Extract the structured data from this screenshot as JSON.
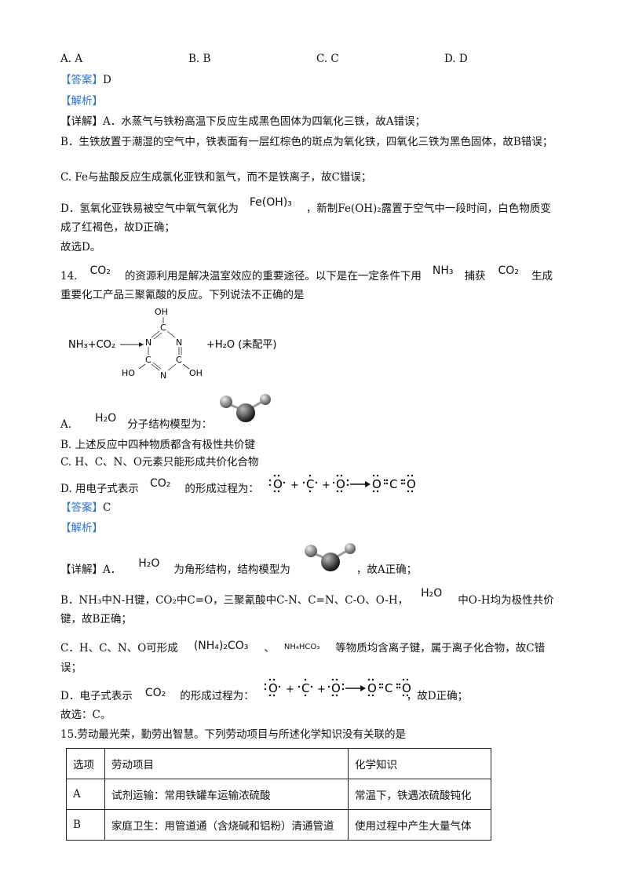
{
  "prev_options": [
    "A. A",
    "B. B",
    "C. C",
    "D. D"
  ],
  "q13": {
    "answer_label": "【答案】",
    "answer": "D",
    "analysis_label": "【解析】",
    "detail_label": "【详解】",
    "lines": [
      "A．水蒸气与铁粉高温下反应生成黑色固体为四氧化三铁，故A错误；",
      "B．生铁放置于潮湿的空气中，铁表面有一层红棕色的斑点为氧化铁，四氧化三铁为黑色固体，故B错误；",
      "C. Fe与盐酸反应生成氯化亚铁和氢气，而不是铁离子，故C错误；"
    ],
    "d_pre": "D．氢氧化亚铁易被空气中氧气氧化为",
    "d_formula": "Fe(OH)₃",
    "d_post": "，新制Fe(OH)₂露置于空气中一段时间，白色物质变",
    "d_line2": "成了红褐色，故D正确；",
    "conclusion": "故选D。"
  },
  "q14": {
    "number": "14.",
    "co2": "CO₂",
    "nh3": "NH₃",
    "stem_a": "的资源利用是解决温室效应的重要途径。以下是在一定条件下用",
    "stem_b": "捕获",
    "stem_c": "生成",
    "stem_line2": "重要化工产品三聚氰酸的反应。下列说法不正确的是",
    "reaction_left": "NH₃+CO₂",
    "reaction_right": "+H₂O (未配平)",
    "atoms": {
      "oh_top": "OH",
      "oh_left": "HO",
      "oh_right": "OH",
      "n": "N",
      "c": "C"
    },
    "opt_a_label": "A.",
    "h2o": "H₂O",
    "opt_a_text": "分子结构模型为：",
    "opt_b": "B. 上述反应中四种物质都含有极性共价键",
    "opt_c": "C. H、C、N、O元素只能形成共价化合物",
    "opt_d_pre": "D. 用电子式表示",
    "opt_d_post": "的形成过程为：",
    "answer_label": "【答案】",
    "answer": "C",
    "analysis_label": "【解析】",
    "detail_label": "【详解】",
    "a_detail_pre": "A．",
    "a_detail_mid": "为角形结构，结构模型为",
    "a_detail_post": "，故A正确；",
    "b_detail_pre": "B．NH₃中N-H键，CO₂中C=O，三聚氰酸中C-N、C=N、C-O、O-H，",
    "b_detail_post": "中O-H均为极性共价",
    "b_detail_line2": "键，故B正确；",
    "c_detail_pre": "C．H、C、N、O可形成",
    "nh4_2co3": "(NH₄)₂CO₃",
    "c_sep": "、",
    "nh4hco3": "NH₄HCO₃",
    "c_detail_post": "等物质均含离子键，属于离子化合物，故C错",
    "c_detail_line2": "误；",
    "d_detail_pre": "D．电子式表示",
    "d_detail_mid": "的形成过程为：",
    "d_detail_post": "，故D正确；",
    "conclusion": "故选：C。"
  },
  "q15": {
    "stem": "15.劳动最光荣，勤劳出智慧。下列劳动项目与所述化学知识没有关联的是",
    "headers": [
      "选项",
      "劳动项目",
      "化学知识"
    ],
    "rows": [
      [
        "A",
        "试剂运输：常用铁罐车运输浓硫酸",
        "常温下，铁遇浓硫酸钝化"
      ],
      [
        "B",
        "家庭卫生：用管道通（含烧碱和铝粉）清通管道",
        "使用过程中产生大量气体"
      ]
    ]
  },
  "lewis": {
    "o": "O",
    "c": "C",
    "plus": "+"
  }
}
